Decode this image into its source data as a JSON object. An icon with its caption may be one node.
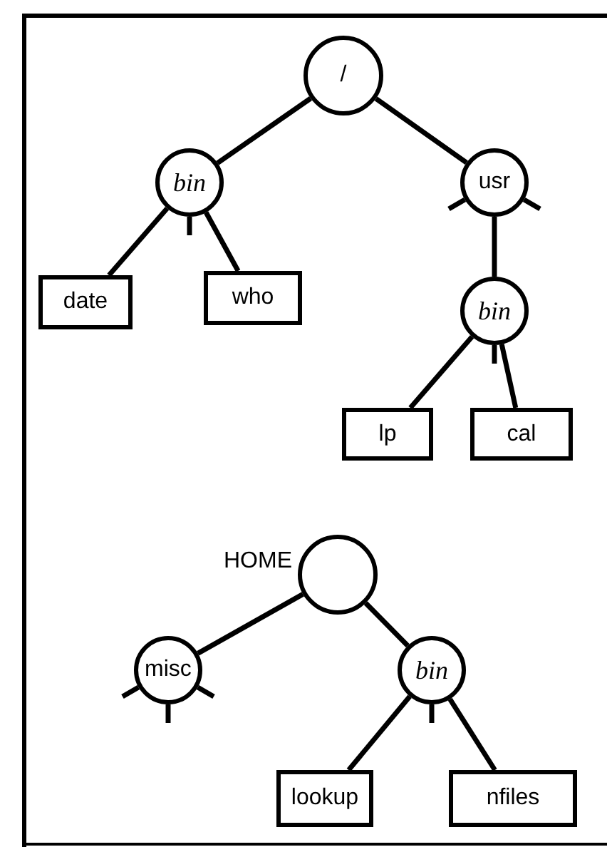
{
  "diagram": {
    "nodes": [
      {
        "text": [
          "/"
        ]
      },
      {
        "text": [
          "bin"
        ]
      },
      {
        "text": [
          "usr"
        ]
      },
      {
        "text": [
          "date"
        ]
      },
      {
        "text": [
          "who"
        ]
      },
      {
        "text": [
          "bin"
        ]
      },
      {
        "text": [
          "lp"
        ]
      },
      {
        "text": [
          "cal"
        ]
      },
      {
        "text": [],
        "shape": "circle",
        "beside": [
          "HOME"
        ]
      },
      {
        "text": [
          "misc"
        ]
      },
      {
        "text": [
          "bin"
        ]
      },
      {
        "text": [
          "lookup"
        ]
      },
      {
        "text": [
          "nfiles"
        ]
      }
    ],
    "edges": [
      {
        "from": 0,
        "to": 1,
        "arrow": "none"
      },
      {
        "from": 0,
        "to": 2,
        "arrow": "none"
      },
      {
        "from": 1,
        "to": 3,
        "arrow": "none"
      },
      {
        "from": 1,
        "to": 4,
        "arrow": "none"
      },
      {
        "from": 1,
        "to": null,
        "arrow": "none"
      },
      {
        "from": 2,
        "to": null,
        "arrow": "none"
      },
      {
        "from": 2,
        "to": null,
        "arrow": "none"
      },
      {
        "from": 2,
        "to": 5,
        "arrow": "none"
      },
      {
        "from": 5,
        "to": 6,
        "arrow": "none"
      },
      {
        "from": 5,
        "to": null,
        "arrow": "none"
      },
      {
        "from": 5,
        "to": 7,
        "arrow": "none"
      },
      {
        "from": 8,
        "to": 9,
        "arrow": "none"
      },
      {
        "from": 8,
        "to": 10,
        "arrow": "none"
      },
      {
        "from": 9,
        "to": null,
        "arrow": "none"
      },
      {
        "from": 9,
        "to": null,
        "arrow": "none"
      },
      {
        "from": 9,
        "to": null,
        "arrow": "none"
      },
      {
        "from": 10,
        "to": 11,
        "arrow": "none"
      },
      {
        "from": 10,
        "to": null,
        "arrow": "none"
      },
      {
        "from": 10,
        "to": 12,
        "arrow": "none"
      }
    ]
  }
}
